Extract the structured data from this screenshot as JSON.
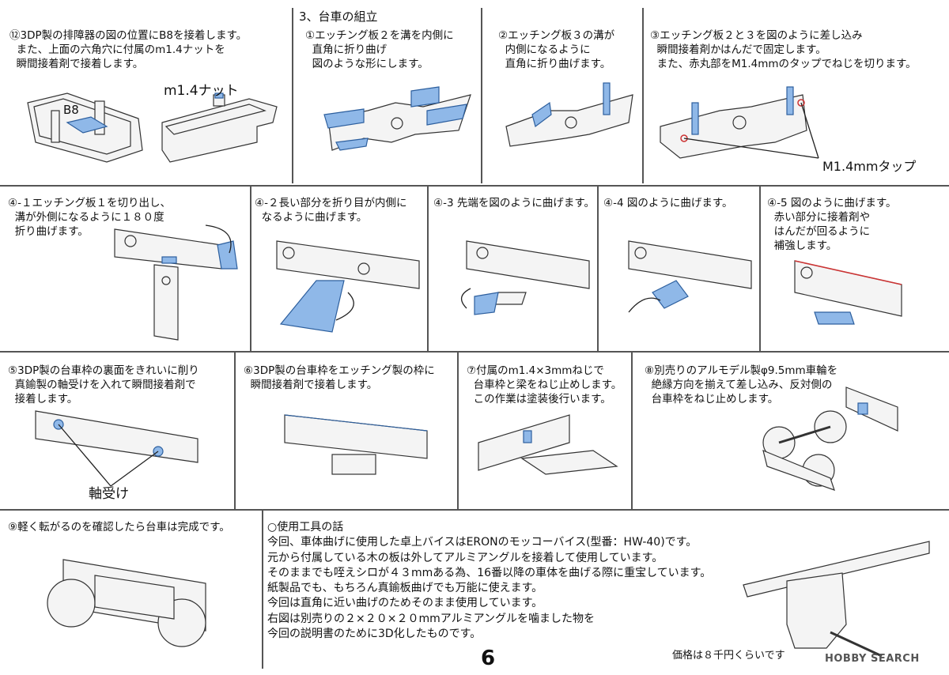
{
  "steps": {
    "s12": {
      "text": "⑫3DP製の排障器の図の位置にB8を接着します。\n  また、上面の六角穴に付属のm1.4ナットを\n  瞬間接着剤で接着します。",
      "label_b8": "B8",
      "label_nut": "m1.4ナット"
    },
    "s3_title": "3、台車の組立",
    "s3_1": "①エッチング板２を溝を内側に\n  直角に折り曲げ\n  図のような形にします。",
    "s3_2": "②エッチング板３の溝が\n  内側になるように\n  直角に折り曲げます。",
    "s3_3": {
      "text": "③エッチング板２と３を図のように差し込み\n  瞬間接着剤かはんだで固定します。\n  また、赤丸部をM1.4mmのタップでねじを切ります。",
      "label_tap": "M1.4mmタップ"
    },
    "s4_1": "④-１エッチング板１を切り出し、\n  溝が外側になるように１８０度\n  折り曲げます。",
    "s4_2": "④-２長い部分を折り目が内側に\n  なるように曲げます。",
    "s4_3": "④-3 先端を図のように曲げます。",
    "s4_4": "④-4 図のように曲げます。",
    "s4_5": "④-5 図のように曲げます。\n  赤い部分に接着剤や\n  はんだが回るように\n  補強します。",
    "s5": {
      "text": "⑤3DP製の台車枠の裏面をきれいに削り\n  真鍮製の軸受けを入れて瞬間接着剤で\n  接着します。",
      "label_bearing": "軸受け"
    },
    "s6": "⑥3DP製の台車枠をエッチング製の枠に\n  瞬間接着剤で接着します。",
    "s7": "⑦付属のm1.4×3mmねじで\n  台車枠と梁をねじ止めします。\n  この作業は塗装後行います。",
    "s8": "⑧別売りのアルモデル製φ9.5mm車輪を\n  絶縁方向を揃えて差し込み、反対側の\n  台車枠をねじ止めします。",
    "s9": "⑨軽く転がるのを確認したら台車は完成です。",
    "tools": "○使用工具の話\n今回、車体曲げに使用した卓上バイスはERONのモッコーバイス(型番：HW-40)です。\n元から付属している木の板は外してアルミアングルを接着して使用しています。\nそのままでも咥えシロが４３mmある為、16番以降の車体を曲げる際に重宝しています。\n紙製品でも、もちろん真鍮板曲げでも万能に使えます。\n今回は直角に近い曲げのためそのまま使用しています。\n右図は別売りの２×２０×２０mmアルミアングルを噛ました物を\n今回の説明書のために3D化したものです。",
    "price": "価格は８千円くらいです",
    "page_number": "6",
    "watermark": "HOBBY SEARCH"
  },
  "colors": {
    "accent_blue": "#8fb8e8",
    "line": "#555555"
  }
}
